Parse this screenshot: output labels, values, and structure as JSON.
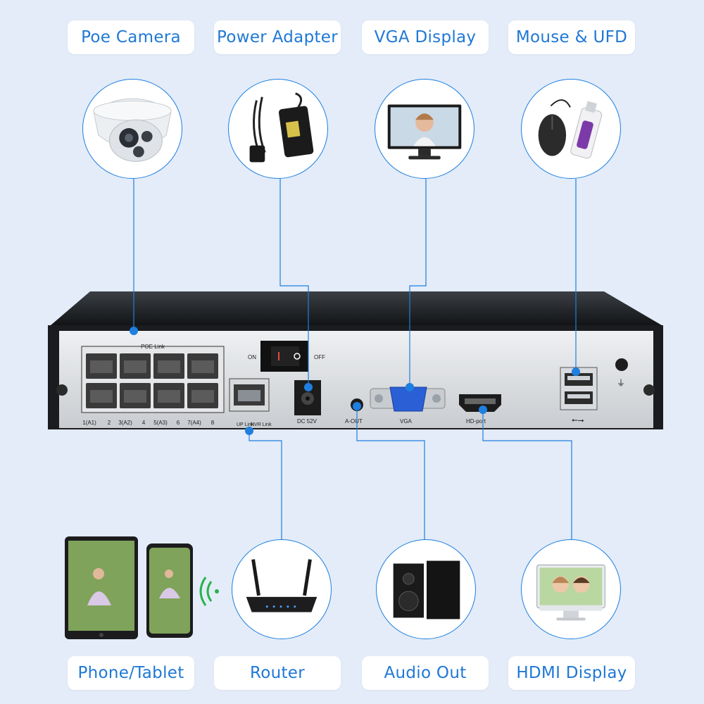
{
  "labels": {
    "poe_camera": "Poe Camera",
    "power_adapter": "Power Adapter",
    "vga_display": "VGA Display",
    "mouse_ufd": "Mouse & UFD",
    "phone_tablet": "Phone/Tablet",
    "router": "Router",
    "audio_out": "Audio Out",
    "hdmi_display": "HDMI Display"
  },
  "panel": {
    "poe_link": "POE Link",
    "port_labels": [
      "1(A1)",
      "2",
      "3(A2)",
      "4",
      "5(A3)",
      "6",
      "7(A4)",
      "8"
    ],
    "up_link": "UP Link",
    "nvr_link": "NVR Link",
    "on": "ON",
    "off": "OFF",
    "dc": "DC  52V",
    "a_out": "A-OUT",
    "vga": "VGA",
    "hd_port": "HD-port"
  },
  "colors": {
    "accent": "#1e7fe0",
    "label_text": "#1f78d6",
    "background": "#e3ecf8"
  }
}
